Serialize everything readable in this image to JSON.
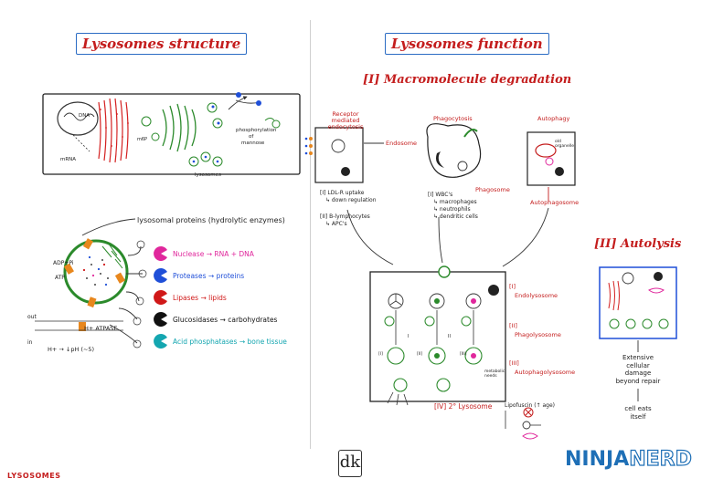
{
  "titles": {
    "structure": "Lysosomes structure",
    "function": "Lysosomes function",
    "degradation": "[I] Macromolecule degradation",
    "autolysis": "[II] Autolysis"
  },
  "structure": {
    "dna": "DNA",
    "mrna": "mRNA",
    "phospho": "phosphorylation",
    "of": "of",
    "mannose": "mannose",
    "lysosomes": "lysosomes",
    "m6p": "m6P",
    "proteins_header": "lysosomal proteins (hydrolytic enzymes)",
    "adp_pi": "ADP+Pi",
    "atp": "ATP",
    "h_atpase": "H+ ATPASE",
    "h_ph": "H+ → ↓pH (~5)",
    "out": "out",
    "in": "in",
    "enzymes": [
      {
        "name": "Nuclease",
        "product": "RNA + DNA",
        "color": "#e0279c"
      },
      {
        "name": "Proteases",
        "product": "proteins",
        "color": "#1f4fd8"
      },
      {
        "name": "Lipases",
        "product": "lipids",
        "color": "#d01818"
      },
      {
        "name": "Glucosidases",
        "product": "carbohydrates",
        "color": "#111111"
      },
      {
        "name": "Acid phosphatases",
        "product": "bone tissue",
        "color": "#14a6b0"
      }
    ]
  },
  "function": {
    "receptor_title": "Receptor mediated endocytosis",
    "phago_title": "Phagocytosis",
    "auto_title": "Autophagy",
    "endosome": "Endosome",
    "phagosome": "Phagosome",
    "autophagosome": "Autophagosome",
    "old_organelle": "old organelle",
    "ldl_1": "[I] LDL-R uptake",
    "ldl_2": "↳ down regulation",
    "blymph_1": "[II] B-lymphocytes",
    "blymph_2": "↳ APC's",
    "wbc": "[I] WBC's",
    "macrophages": "↳ macrophages",
    "neutrophils": "↳ neutrophils",
    "dendritic": "↳ dendritic cells",
    "i_label": "[I]",
    "endolysosome": "Endolysosome",
    "ii_label": "[II]",
    "phagolysosome": "Phagolysosome",
    "iii_label": "[III]",
    "autophagolysosome": "Autophagolysosome",
    "metabolic": "metabolic needs",
    "secondary": "[IV] 2° Lysosome",
    "lipofuscin": "Lipofuscin (↑ age)",
    "row_i": "[I]",
    "row_ii": "[II]",
    "row_iii": "[III]",
    "small_i": "I",
    "small_ii": "II"
  },
  "autolysis": {
    "line1": "Extensive",
    "line2": "cellular",
    "line3": "damage",
    "line4": "beyond repair",
    "line5": "cell eats",
    "line6": "itself"
  },
  "footer": {
    "label": "LYSOSOMES",
    "dk": "dk",
    "brand1": "NINJA",
    "brand2": "NERD"
  }
}
